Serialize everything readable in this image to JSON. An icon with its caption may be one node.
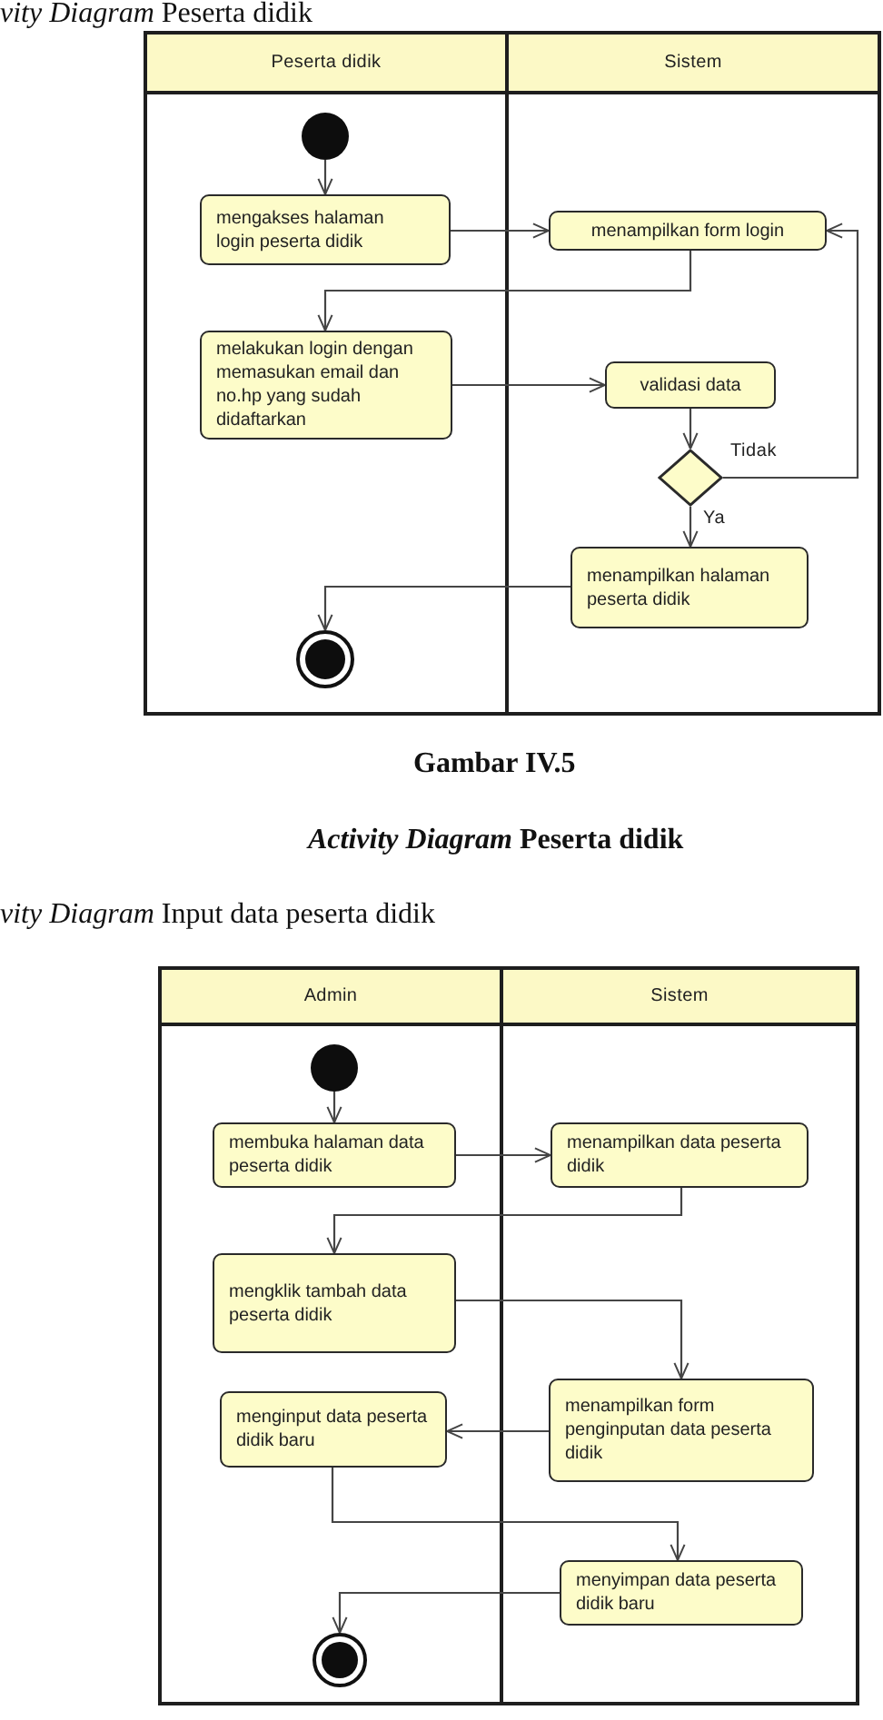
{
  "diagram": {
    "nodes": [
      {
        "text": [
          "Peserta didik"
        ]
      },
      {
        "text": [
          "Sistem"
        ]
      },
      {
        "text": [],
        "shape": "circle",
        "in": 0
      },
      {
        "text": [
          "mengakses halaman login peserta didik"
        ],
        "in": 0
      },
      {
        "text": [
          "menampilkan form login"
        ],
        "in": 1
      },
      {
        "text": [
          "melakukan login dengan memasukan email dan no.hp yang sudah didaftarkan"
        ],
        "in": 0
      },
      {
        "text": [
          "validasi data"
        ],
        "in": 1
      },
      {
        "text": [],
        "shape": "diamond",
        "in": 1
      },
      {
        "text": [
          "menampilkan halaman peserta didik"
        ],
        "in": 1
      },
      {
        "text": [],
        "shape": "bullseye",
        "in": 0
      },
      {
        "text": [
          "Admin"
        ]
      },
      {
        "text": [
          "Sistem"
        ]
      },
      {
        "text": [],
        "shape": "circle",
        "in": 10
      },
      {
        "text": [
          "membuka halaman data peserta didik"
        ],
        "in": 10
      },
      {
        "text": [
          "menampilkan data peserta didik"
        ],
        "in": 11
      },
      {
        "text": [
          "mengklik tambah data peserta didik"
        ],
        "in": 10
      },
      {
        "text": [
          "menampilkan form penginputan data peserta didik"
        ],
        "in": 11
      },
      {
        "text": [
          "menginput data peserta didik baru"
        ],
        "in": 10
      },
      {
        "text": [
          "menyimpan data peserta didik baru"
        ],
        "in": 11
      },
      {
        "text": [],
        "shape": "bullseye",
        "in": 10
      }
    ],
    "edges": [
      {
        "from": 2,
        "to": 3,
        "arrow": "to"
      },
      {
        "from": 3,
        "to": 4,
        "arrow": "to"
      },
      {
        "from": 4,
        "to": 5,
        "arrow": "to"
      },
      {
        "from": 5,
        "to": 6,
        "arrow": "to"
      },
      {
        "from": 6,
        "to": 7,
        "arrow": "to"
      },
      {
        "from": 7,
        "to": 4,
        "arrow": "to",
        "label": "Tidak"
      },
      {
        "from": 7,
        "to": 8,
        "arrow": "to",
        "label": "Ya"
      },
      {
        "from": 8,
        "to": 9,
        "arrow": "to"
      },
      {
        "from": 12,
        "to": 13,
        "arrow": "to"
      },
      {
        "from": 13,
        "to": 14,
        "arrow": "to"
      },
      {
        "from": 14,
        "to": 15,
        "arrow": "to"
      },
      {
        "from": 15,
        "to": 16,
        "arrow": "to"
      },
      {
        "from": 16,
        "to": 17,
        "arrow": "to"
      },
      {
        "from": 17,
        "to": 18,
        "arrow": "to"
      },
      {
        "from": 18,
        "to": 19,
        "arrow": "to"
      }
    ],
    "labels": [
      "*vity Diagram* Peserta didik",
      "Gambar IV.5",
      "*Activity Diagram* Peserta didik",
      "*vity Diagram* Input data peserta didik"
    ]
  }
}
